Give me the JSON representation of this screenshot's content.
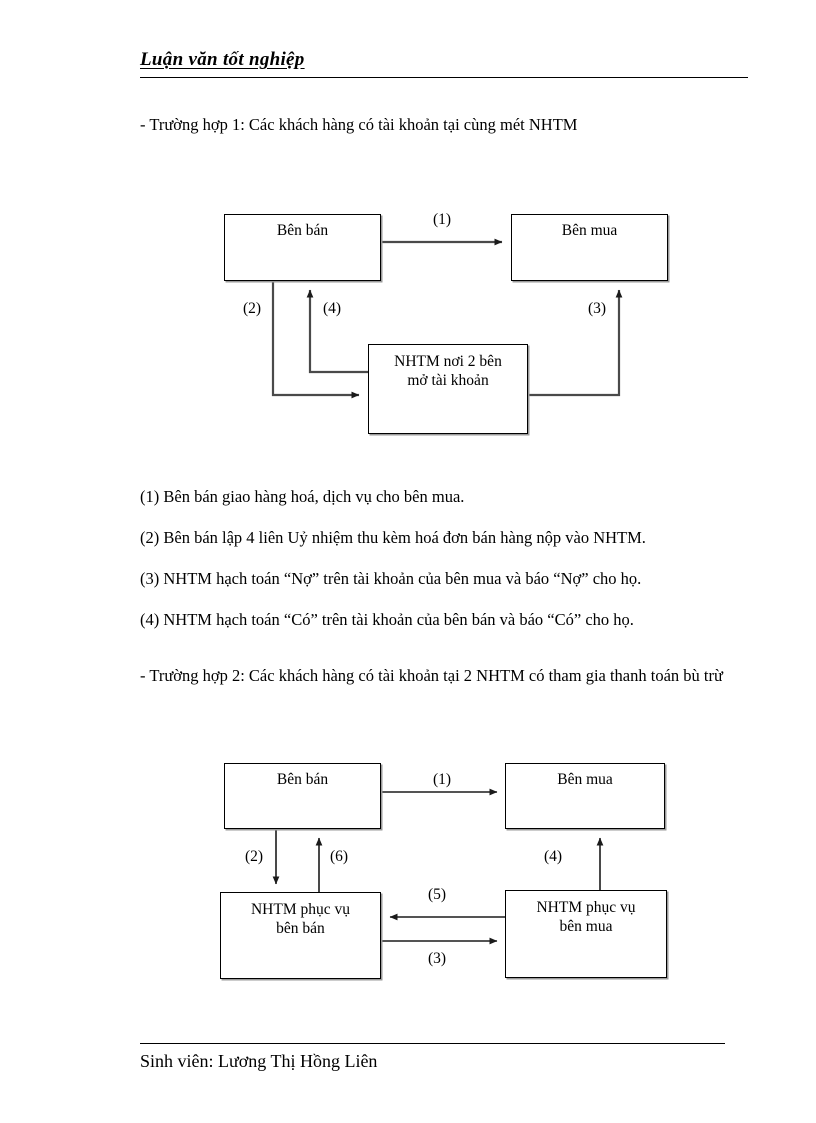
{
  "header": {
    "title": "Luận văn tốt nghiệp"
  },
  "body": {
    "case1_intro": "-  Trường hợp 1: Các khách hàng có tài khoản tại cùng mét NHTM",
    "case2_intro": " - Trường hợp 2: Các khách hàng có tài khoản tại 2 NHTM có tham gia thanh toán bù trừ",
    "steps": [
      "(1) Bên bán giao hàng hoá, dịch vụ cho bên mua.",
      "(2) Bên bán lập 4 liên Uỷ nhiệm thu kèm hoá đơn bán hàng nộp vào NHTM.",
      "(3) NHTM hạch toán “Nợ” trên tài khoản của bên mua và báo “Nợ” cho họ.",
      "(4) NHTM hạch toán “Có” trên tài khoản của bên bán và báo “Có” cho họ."
    ]
  },
  "diagram1": {
    "boxes": {
      "seller": "Bên bán",
      "buyer": "Bên mua",
      "bank": "NHTM nơi 2 bên\nmở tài khoản"
    },
    "labels": {
      "e1": "(1)",
      "e2": "(2)",
      "e3": "(3)",
      "e4": "(4)"
    }
  },
  "diagram2": {
    "boxes": {
      "seller": "Bên bán",
      "buyer": "Bên mua",
      "seller_bank": "NHTM phục vụ\nbên bán",
      "buyer_bank": "NHTM phục vụ\nbên mua"
    },
    "labels": {
      "e1": "(1)",
      "e2": "(2)",
      "e3": "(3)",
      "e4": "(4)",
      "e5": "(5)",
      "e6": "(6)"
    }
  },
  "footer": {
    "student_line": "Sinh viên: Lương Thị Hồng Liên"
  },
  "colors": {
    "text": "#000000",
    "page": "#ffffff",
    "rule": "#000000",
    "box_border": "#000000",
    "box_shadow": "#9a9a9a"
  }
}
